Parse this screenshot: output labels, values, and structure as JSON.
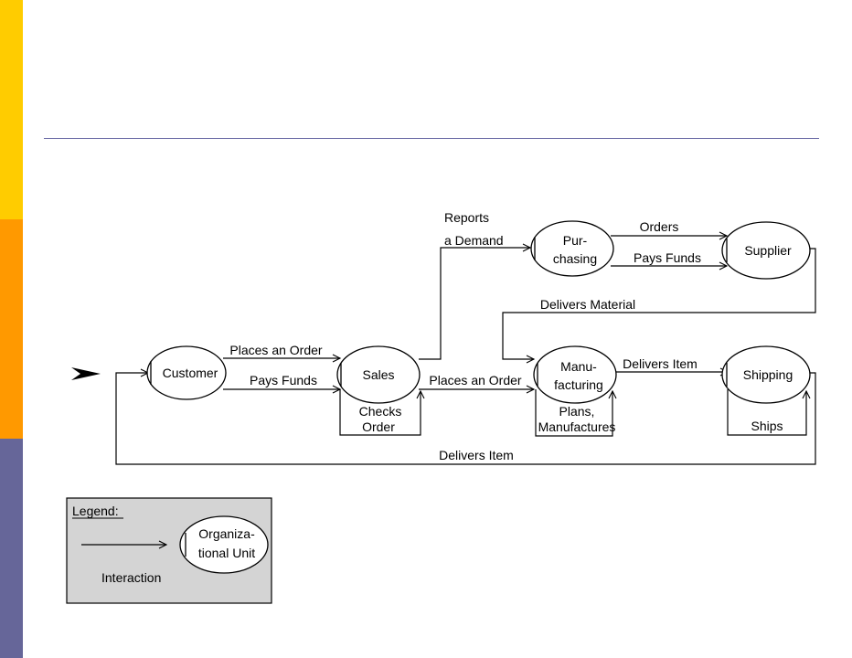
{
  "colors": {
    "stripe_top": "#FFCC00",
    "stripe_mid": "#FF9900",
    "stripe_bottom": "#666699",
    "title_rule": "#6b6ba6",
    "legend_background": "#D4D4D4"
  },
  "nodes": {
    "customer": "Customer",
    "sales": "Sales",
    "purchasing": [
      "Pur-",
      "chasing"
    ],
    "supplier": "Supplier",
    "manufacturing": [
      "Manu-",
      "facturing"
    ],
    "shipping": "Shipping"
  },
  "edges": {
    "customer_to_sales_order": "Places an Order",
    "customer_to_sales_funds": "Pays Funds",
    "sales_self": [
      "Checks",
      "Order"
    ],
    "sales_to_purchasing": [
      "Reports",
      "a Demand"
    ],
    "purchasing_to_supplier_orders": "Orders",
    "purchasing_to_supplier_funds": "Pays Funds",
    "supplier_to_manufacturing": "Delivers Material",
    "sales_to_manufacturing": "Places an Order",
    "manufacturing_self": [
      "Plans,",
      "Manufactures"
    ],
    "manufacturing_to_shipping": "Delivers Item",
    "shipping_self": "Ships",
    "shipping_to_customer": "Delivers Item"
  },
  "legend": {
    "title": "Legend:",
    "interaction": "Interaction",
    "unit": [
      "Organiza-",
      "tional Unit"
    ]
  },
  "icons": {
    "start_marker": "filled-arrowhead"
  }
}
